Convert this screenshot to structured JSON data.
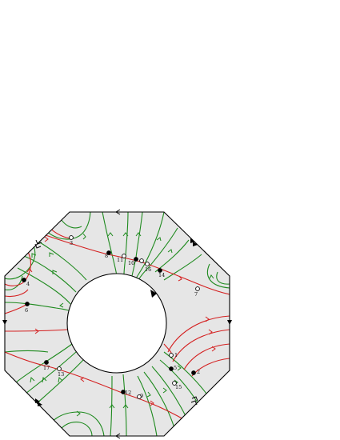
{
  "diagram": {
    "colors": {
      "background": "#ffffff",
      "region_fill": "#e6e6e6",
      "outline": "#000000",
      "green_curve": "#1e8a1e",
      "red_curve": "#d42020",
      "filled_point": "#000000",
      "open_point": "#ffffff"
    },
    "point_labels": [
      "1",
      "2",
      "3",
      "4",
      "5",
      "6",
      "7",
      "8",
      "9",
      "10",
      "11",
      "12",
      "13",
      "14",
      "15",
      "16",
      "17"
    ],
    "filled_points": [
      "2",
      "4",
      "5",
      "6",
      "8",
      "12",
      "14",
      "17"
    ],
    "open_points": [
      "1",
      "3",
      "7",
      "9",
      "10",
      "11",
      "13",
      "15",
      "16"
    ]
  }
}
